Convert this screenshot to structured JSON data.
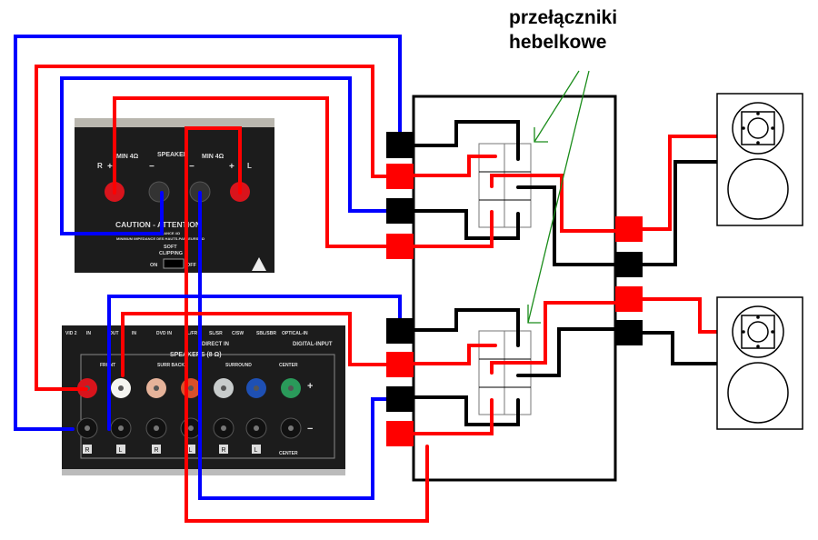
{
  "annotation": {
    "line1": "przełączniki",
    "line2": "hebelkowe",
    "arrow_color": "#1a8c1a"
  },
  "amp_top": {
    "speaker_label": "SPEAKER",
    "min_left": "MIN 4Ω",
    "min_right": "MIN 4Ω",
    "r": "R",
    "l": "L",
    "plus": "+",
    "minus": "−",
    "caution": "CAUTION - ATTENTION",
    "min_imp1": "MINIMUM SPEAKER IMPEDANCE 4Ω",
    "min_imp2": "MINIMUM IMPEDANCE DES HAUTS-PARLEURS 4Ω",
    "soft": "SOFT",
    "clipping": "CLIPPING",
    "on": "ON",
    "off": "OFF"
  },
  "amp_bottom": {
    "top_labels": [
      "VID 2",
      "IN",
      "OUT",
      "IN",
      "DVD IN",
      "FL/FR",
      "SL/SR",
      "C/SW",
      "SBL/SBR",
      "OPTICAL-IN"
    ],
    "direct_in": "DIRECT IN",
    "digital_input": "DIGITAL-INPUT",
    "speakers": "SPEAKERS (8 Ω)",
    "groups": [
      "FRONT",
      "SURR BACK",
      "SURROUND",
      "CENTER"
    ],
    "channels": [
      "R",
      "L",
      "R",
      "L",
      "R",
      "L"
    ],
    "center_bottom": "CENTER",
    "terminal_colors": [
      "#d8141c",
      "#f4f4f0",
      "#e6b39a",
      "#d8502a",
      "#c8cccc",
      "#1e50b4",
      "#2a9a5a"
    ]
  },
  "colors": {
    "red_wire": "#ff0000",
    "blue_wire": "#0000ff",
    "black_wire": "#000000"
  }
}
